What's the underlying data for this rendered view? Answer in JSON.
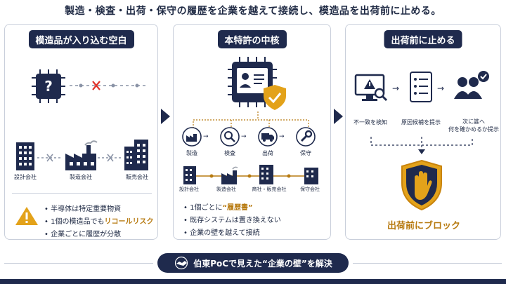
{
  "header": {
    "title": "製造・検査・出荷・保守の履歴を企業を越えて接続し、模造品を出荷前に止める。"
  },
  "panel_left": {
    "title": "模造品が入り込む空白",
    "chip_mark": "?",
    "companies": [
      "設計会社",
      "製造会社",
      "販売会社"
    ],
    "bullets": [
      {
        "text": "半導体は特定重要物資"
      },
      {
        "pre": "1個の模造品でも",
        "highlight": "リコールリスク"
      },
      {
        "text": "企業ごとに履歴が分散"
      }
    ]
  },
  "panel_center": {
    "title": "本特許の中核",
    "steps": [
      "製造",
      "検査",
      "出荷",
      "保守"
    ],
    "companies": [
      "設計会社",
      "製造会社",
      "商社・販売会社",
      "保守会社"
    ],
    "bullets": [
      {
        "pre": "1個ごとに",
        "highlight": "“履歴書”"
      },
      {
        "text": "既存システムは置き換えない"
      },
      {
        "text": "企業の壁を越えて接続"
      }
    ]
  },
  "panel_right": {
    "title": "出荷前に止める",
    "steps": [
      "不一致を検知",
      "原因候補を提示",
      "次に誰へ\n何を確かめるか提示"
    ],
    "result": "出荷前にブロック"
  },
  "banner": {
    "text": "伯東PoCで見えた“企業の壁”を解決"
  },
  "colors": {
    "navy": "#1f2a4d",
    "accent": "#b77a10",
    "gold": "#e3a21a",
    "warn": "#e0342b"
  }
}
